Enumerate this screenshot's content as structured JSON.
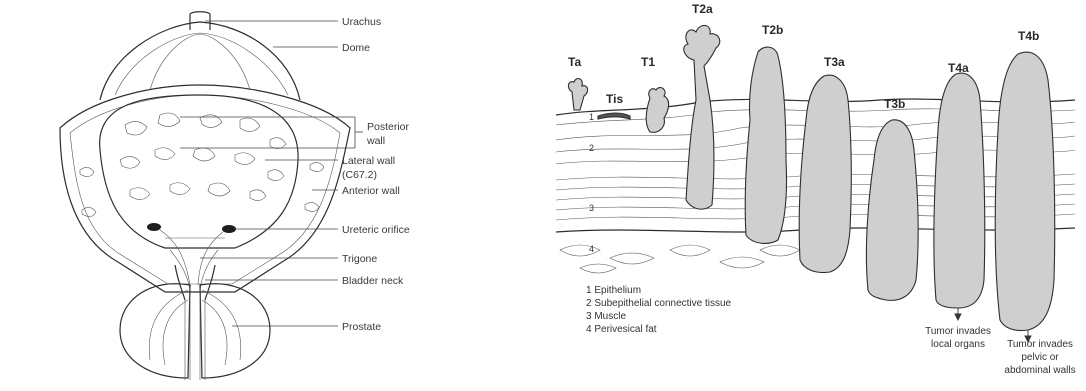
{
  "bladder_labels": {
    "urachus": "Urachus",
    "dome": "Dome",
    "posterior_wall_1": "Posterior",
    "posterior_wall_2": "wall",
    "lateral_wall_1": "Lateral wall",
    "lateral_wall_2": "(C67.2)",
    "anterior_wall": "Anterior wall",
    "ureteric_orifice": "Ureteric orifice",
    "trigone": "Trigone",
    "bladder_neck": "Bladder neck",
    "prostate": "Prostate"
  },
  "stages": [
    "Ta",
    "Tis",
    "T1",
    "T2a",
    "T2b",
    "T3a",
    "T3b",
    "T4a",
    "T4b"
  ],
  "layer_numbers": [
    "1",
    "2",
    "3",
    "4"
  ],
  "legend": [
    "1 Epithelium",
    "2 Subepithelial connective tissue",
    "3 Muscle",
    "4 Perivesical fat"
  ],
  "notes": {
    "t4a_1": "Tumor invades",
    "t4a_2": "local organs",
    "t4b_1": "Tumor invades",
    "t4b_2": "pelvic or",
    "t4b_3": "abdominal walls"
  }
}
